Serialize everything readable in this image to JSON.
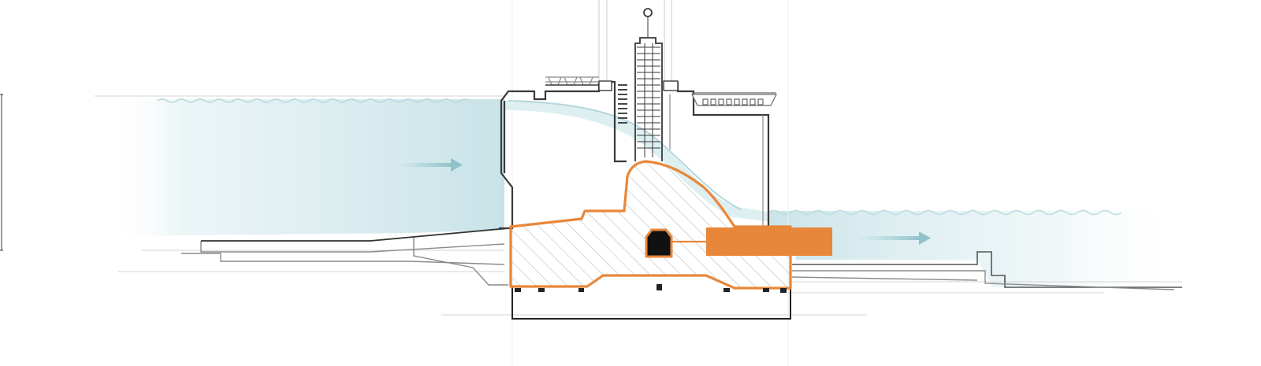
{
  "diagram": {
    "kind": "dam cross-section",
    "colors": {
      "water": "#cfe6ea",
      "highlight": "#e8873a",
      "structure_line": "#3a3a3a",
      "faint_line": "#c8c8c8",
      "hatch": "#9a9a9a",
      "background": "#ffffff"
    },
    "flow_arrows": [
      {
        "name": "upstream-flow",
        "direction": "right"
      },
      {
        "name": "downstream-flow",
        "direction": "right"
      }
    ],
    "callout": {
      "label": "",
      "color": "#e8873a"
    },
    "icons": [
      "flow-arrow-icon",
      "gallery-icon"
    ]
  }
}
